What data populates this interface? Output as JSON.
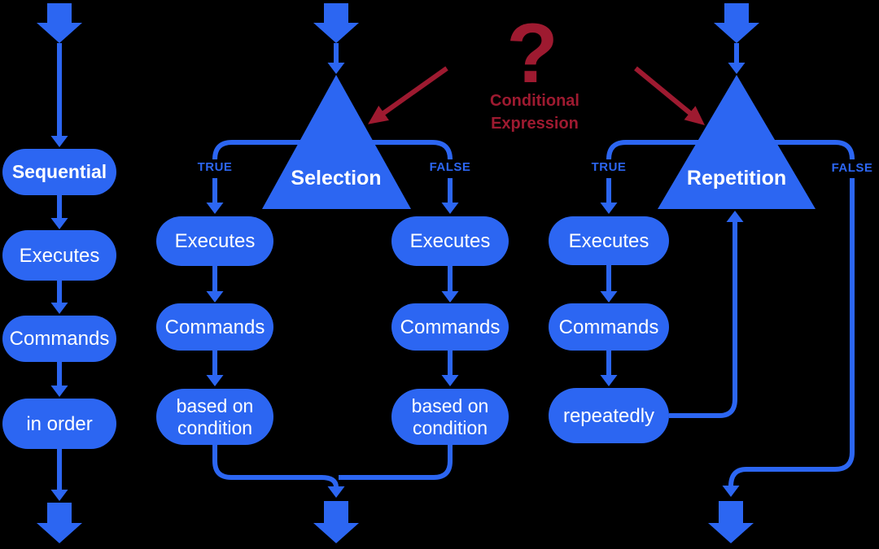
{
  "colors": {
    "background": "#000000",
    "blue": "#2C66F2",
    "red": "#9E1A30",
    "text_on_blue": "#FFFFFF"
  },
  "sequential": {
    "title": "Sequential",
    "steps": [
      "Executes",
      "Commands",
      "in order"
    ]
  },
  "selection": {
    "title": "Selection",
    "true_label": "TRUE",
    "false_label": "FALSE",
    "true_branch_steps": [
      "Executes",
      "Commands",
      "based on condition"
    ],
    "false_branch_steps": [
      "Executes",
      "Commands",
      "based on condition"
    ]
  },
  "repetition": {
    "title": "Repetition",
    "true_label": "TRUE",
    "false_label": "FALSE",
    "true_branch_steps": [
      "Executes",
      "Commands",
      "repeatedly"
    ]
  },
  "annotation": {
    "question_mark": "?",
    "label": "Conditional Expression"
  }
}
